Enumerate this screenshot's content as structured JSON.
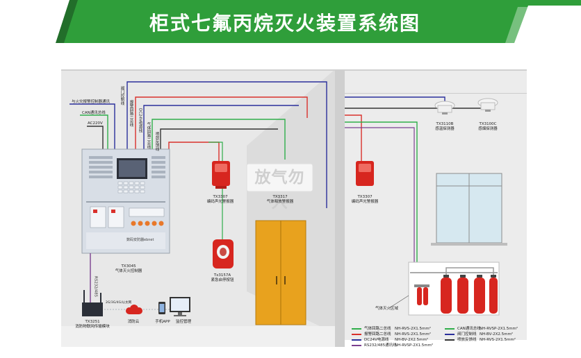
{
  "title": "柜式七氟丙烷灭火装置系统图",
  "colors": {
    "banner_green": "#2f9e3a",
    "wall": "#e7e7e7",
    "door": "#e8a21e",
    "blue_line": "#2a2f9b",
    "green_line": "#2fae4a",
    "red_line": "#d9302b",
    "purple_line": "#7a3f8f",
    "dark_line": "#333333",
    "cylinder_red": "#d7261f"
  },
  "left_lines": {
    "fire_alarm_link": "与火灾报警控制器通讯",
    "can_bus": "CAN通讯总线",
    "ac_power": "AC220V",
    "valve_control": "阀门控制线",
    "alarm_loop_2": "报警回路二总线",
    "dc24v_power": "DC24V电源线",
    "extinguish_loop_2": "气体回路二总线",
    "release_feedback": "喷放反馈线"
  },
  "controller": {
    "brand": "数码安防器ebnet",
    "model": "TX3045",
    "name": "气体灭火控制器"
  },
  "devices": {
    "alarm_left_model": "TX3307",
    "alarm_left_name": "编码声光警报器",
    "sign_text": "放气勿入",
    "sign_model": "TX3317",
    "sign_name": "气体释放警报器",
    "button_model": "Tx3157A",
    "button_name": "紧急启停按钮",
    "alarm_right_model": "TX3307",
    "alarm_right_name": "编码声光警报器",
    "temp_detector_model": "TX3110B",
    "temp_detector_name": "感温探测器",
    "smoke_detector_model": "TX3100C",
    "smoke_detector_name": "感烟探测器",
    "zone_label": "气体灭火区域"
  },
  "network": {
    "rs_label": "RS232/485",
    "module_model": "TX3251",
    "module_name": "消防物联网传输模块",
    "net_types": "2G/3G/4G/以太网",
    "cloud_label": "消防云",
    "app_label": "手机APP",
    "monitor_label": "监控管理"
  },
  "legend": [
    {
      "name": "气体回路二总线",
      "spec": "NH-RVS-2X1.5mm²",
      "color": "#2fae4a"
    },
    {
      "name": "报警回路二总线",
      "spec": "NH-RVS-2X1.5mm²",
      "color": "#d9302b"
    },
    {
      "name": "DC24V电源线",
      "spec": "NH-BV-2X2.5mm²",
      "color": "#2a2f9b"
    },
    {
      "name": "RS232/485通讯线",
      "spec": "NH-RVSP-2X1.5mm²",
      "color": "#7a3f8f"
    },
    {
      "name": "CAN通讯总线",
      "spec": "NH-RVSP-2X1.5mm²",
      "color": "#2fae4a"
    },
    {
      "name": "阀门控制线",
      "spec": "NH-BV-2X2.5mm²",
      "color": "#2a2f9b"
    },
    {
      "name": "喷放反馈线",
      "spec": "NH-RVS-2X1.5mm²",
      "color": "#333333"
    }
  ]
}
